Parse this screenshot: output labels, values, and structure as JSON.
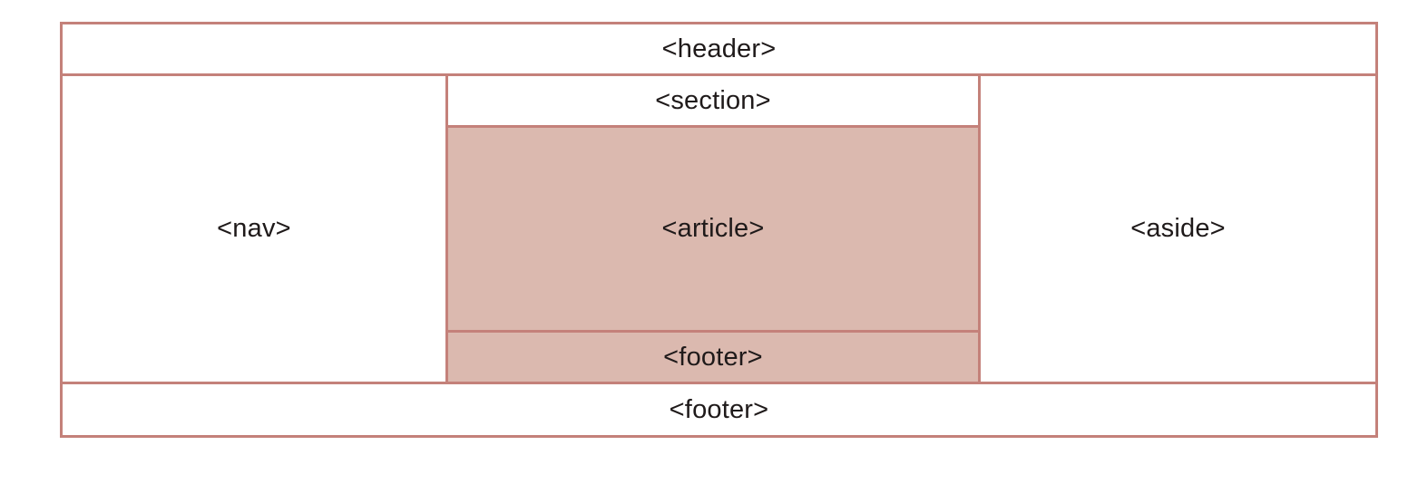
{
  "diagram": {
    "header": "<header>",
    "nav": "<nav>",
    "section": "<section>",
    "article": "<article>",
    "inner_footer": "<footer>",
    "aside": "<aside>",
    "page_footer": "<footer>"
  },
  "colors": {
    "border": "#c4817a",
    "shaded_fill": "#dbb9af",
    "text": "#1f1a1a",
    "background": "#ffffff"
  }
}
